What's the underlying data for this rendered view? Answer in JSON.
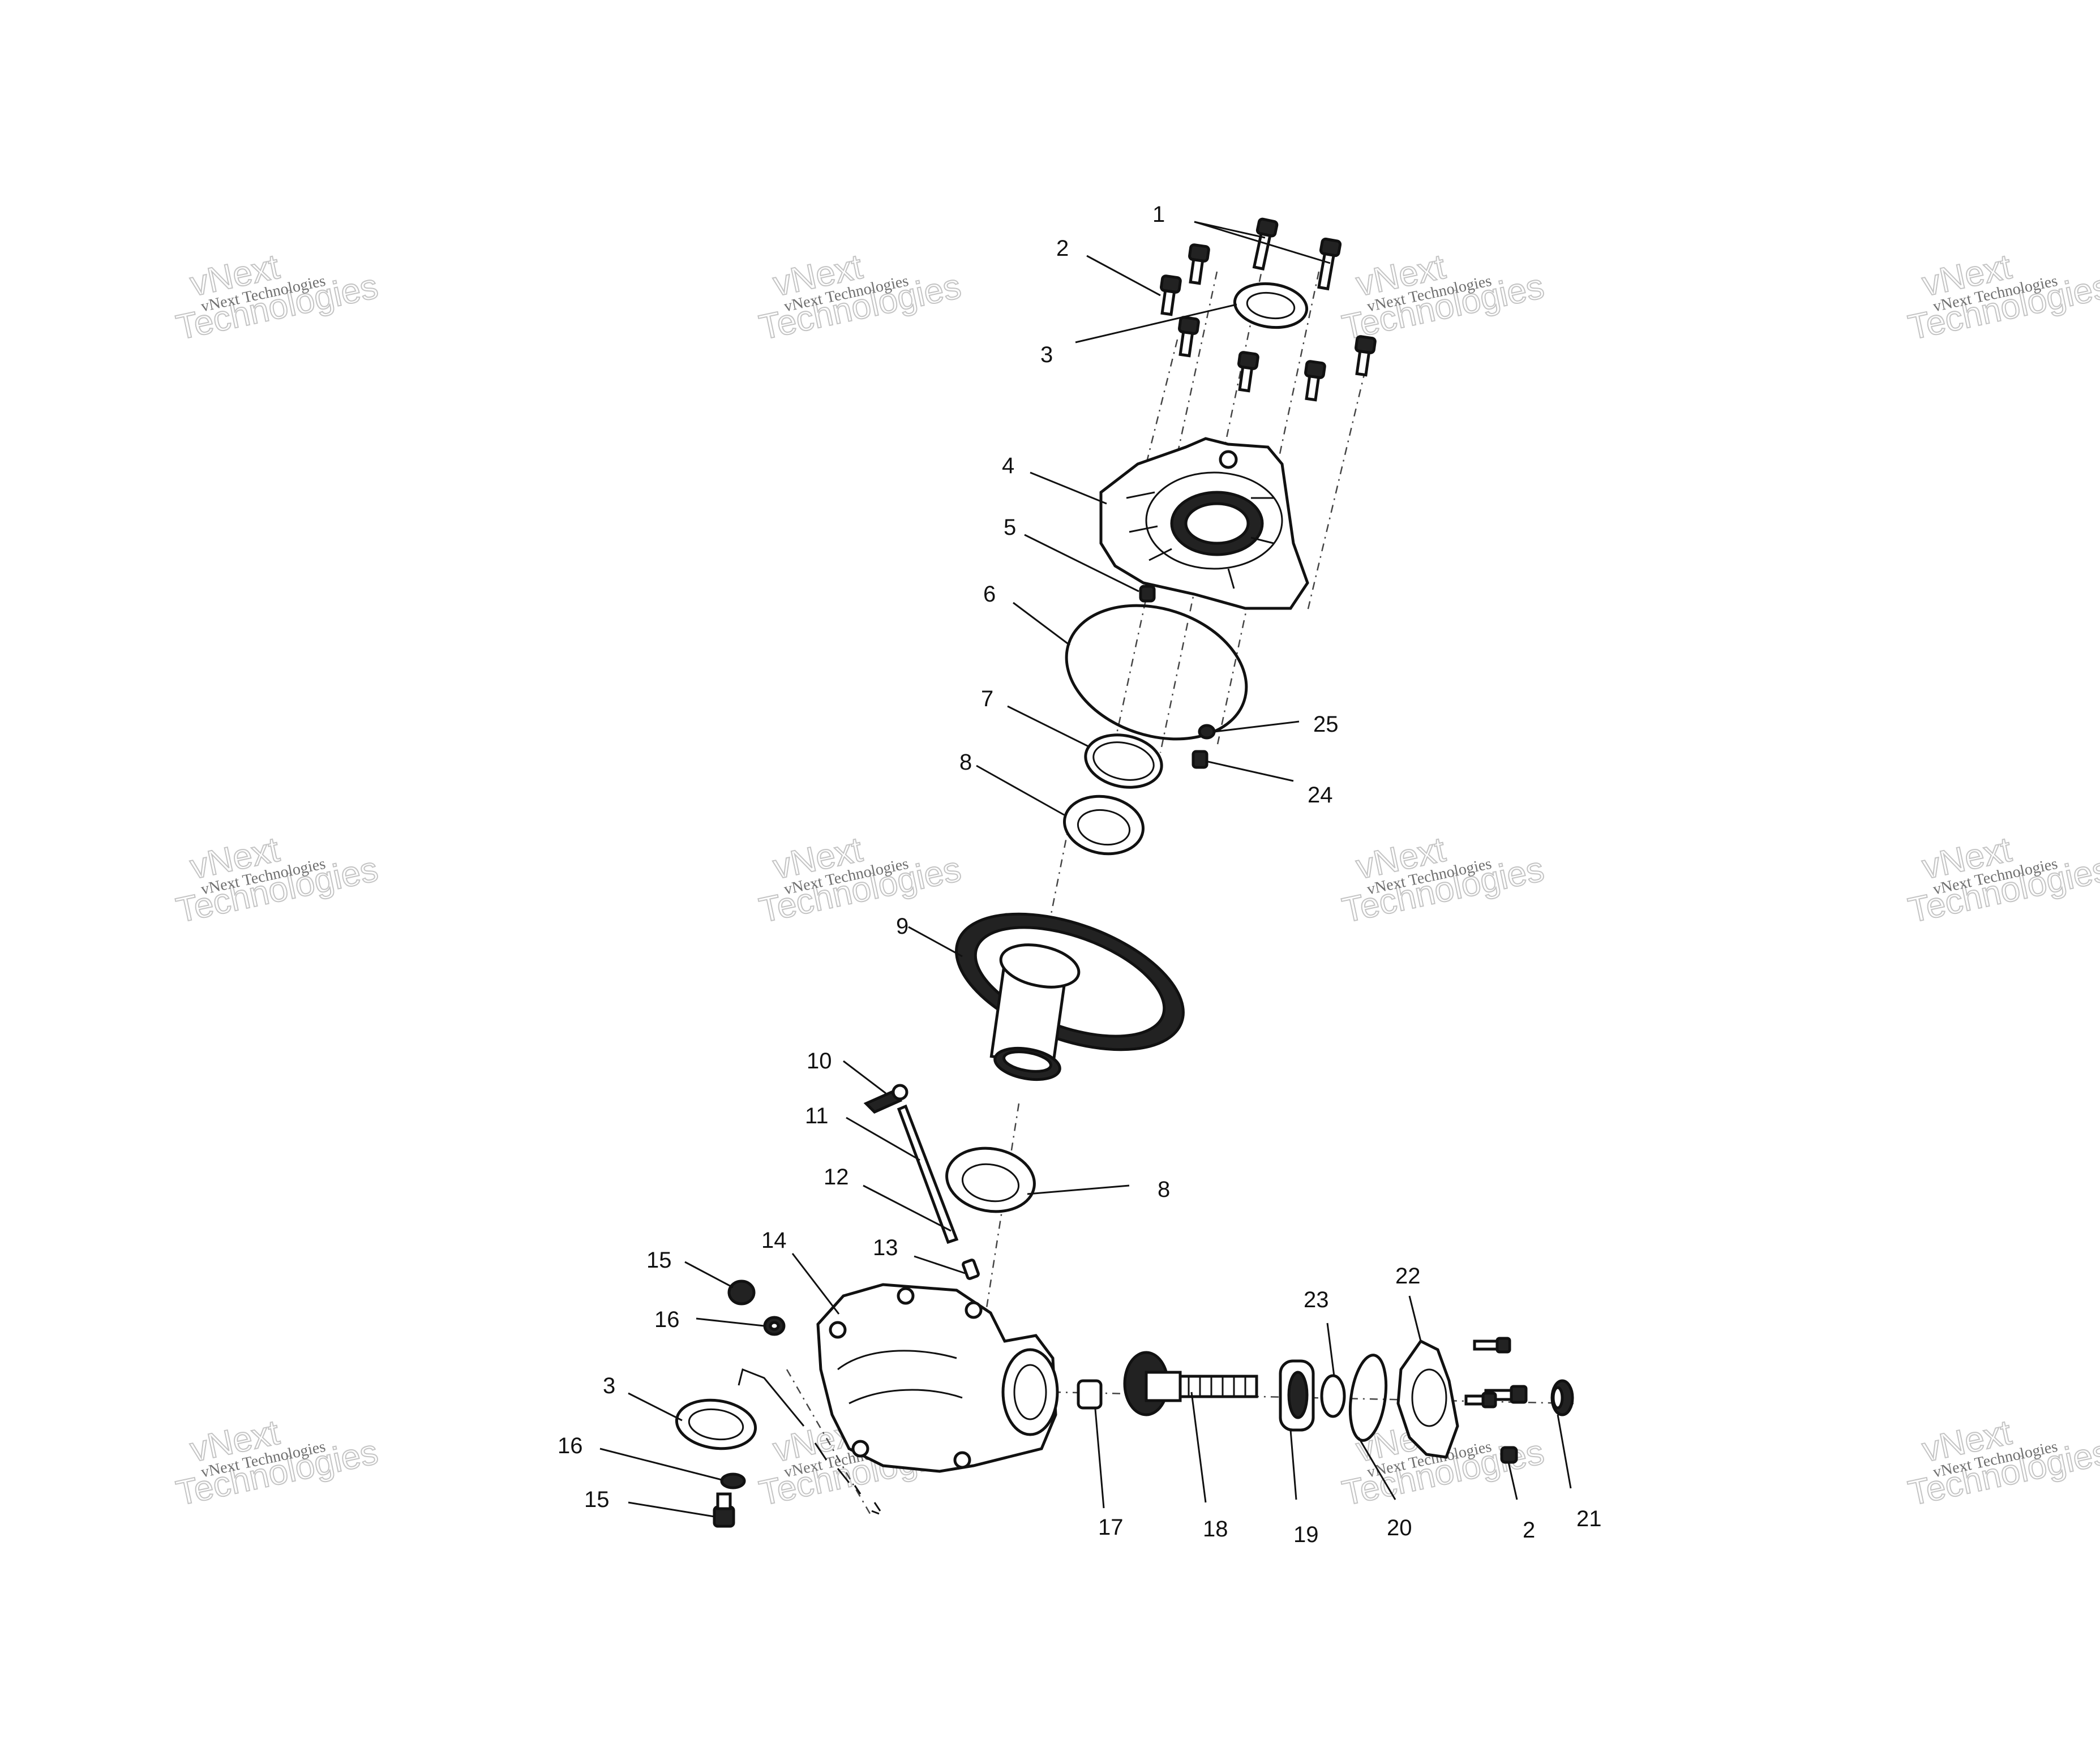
{
  "watermark": {
    "line1": "vNext Technologies",
    "line2a": "vNext",
    "line2b": "Technologies"
  },
  "labels": {
    "p1": "1",
    "p2a": "2",
    "p3a": "3",
    "p4": "4",
    "p5": "5",
    "p6": "6",
    "p7": "7",
    "p8a": "8",
    "p9": "9",
    "p10": "10",
    "p11": "11",
    "p12": "12",
    "p8b": "8",
    "p13": "13",
    "p14": "14",
    "p15a": "15",
    "p16a": "16",
    "p3b": "3",
    "p16b": "16",
    "p15b": "15",
    "p17": "17",
    "p18": "18",
    "p19": "19",
    "p20": "20",
    "p2b": "2",
    "p21": "21",
    "p22": "22",
    "p23": "23",
    "p24": "24",
    "p25": "25"
  }
}
